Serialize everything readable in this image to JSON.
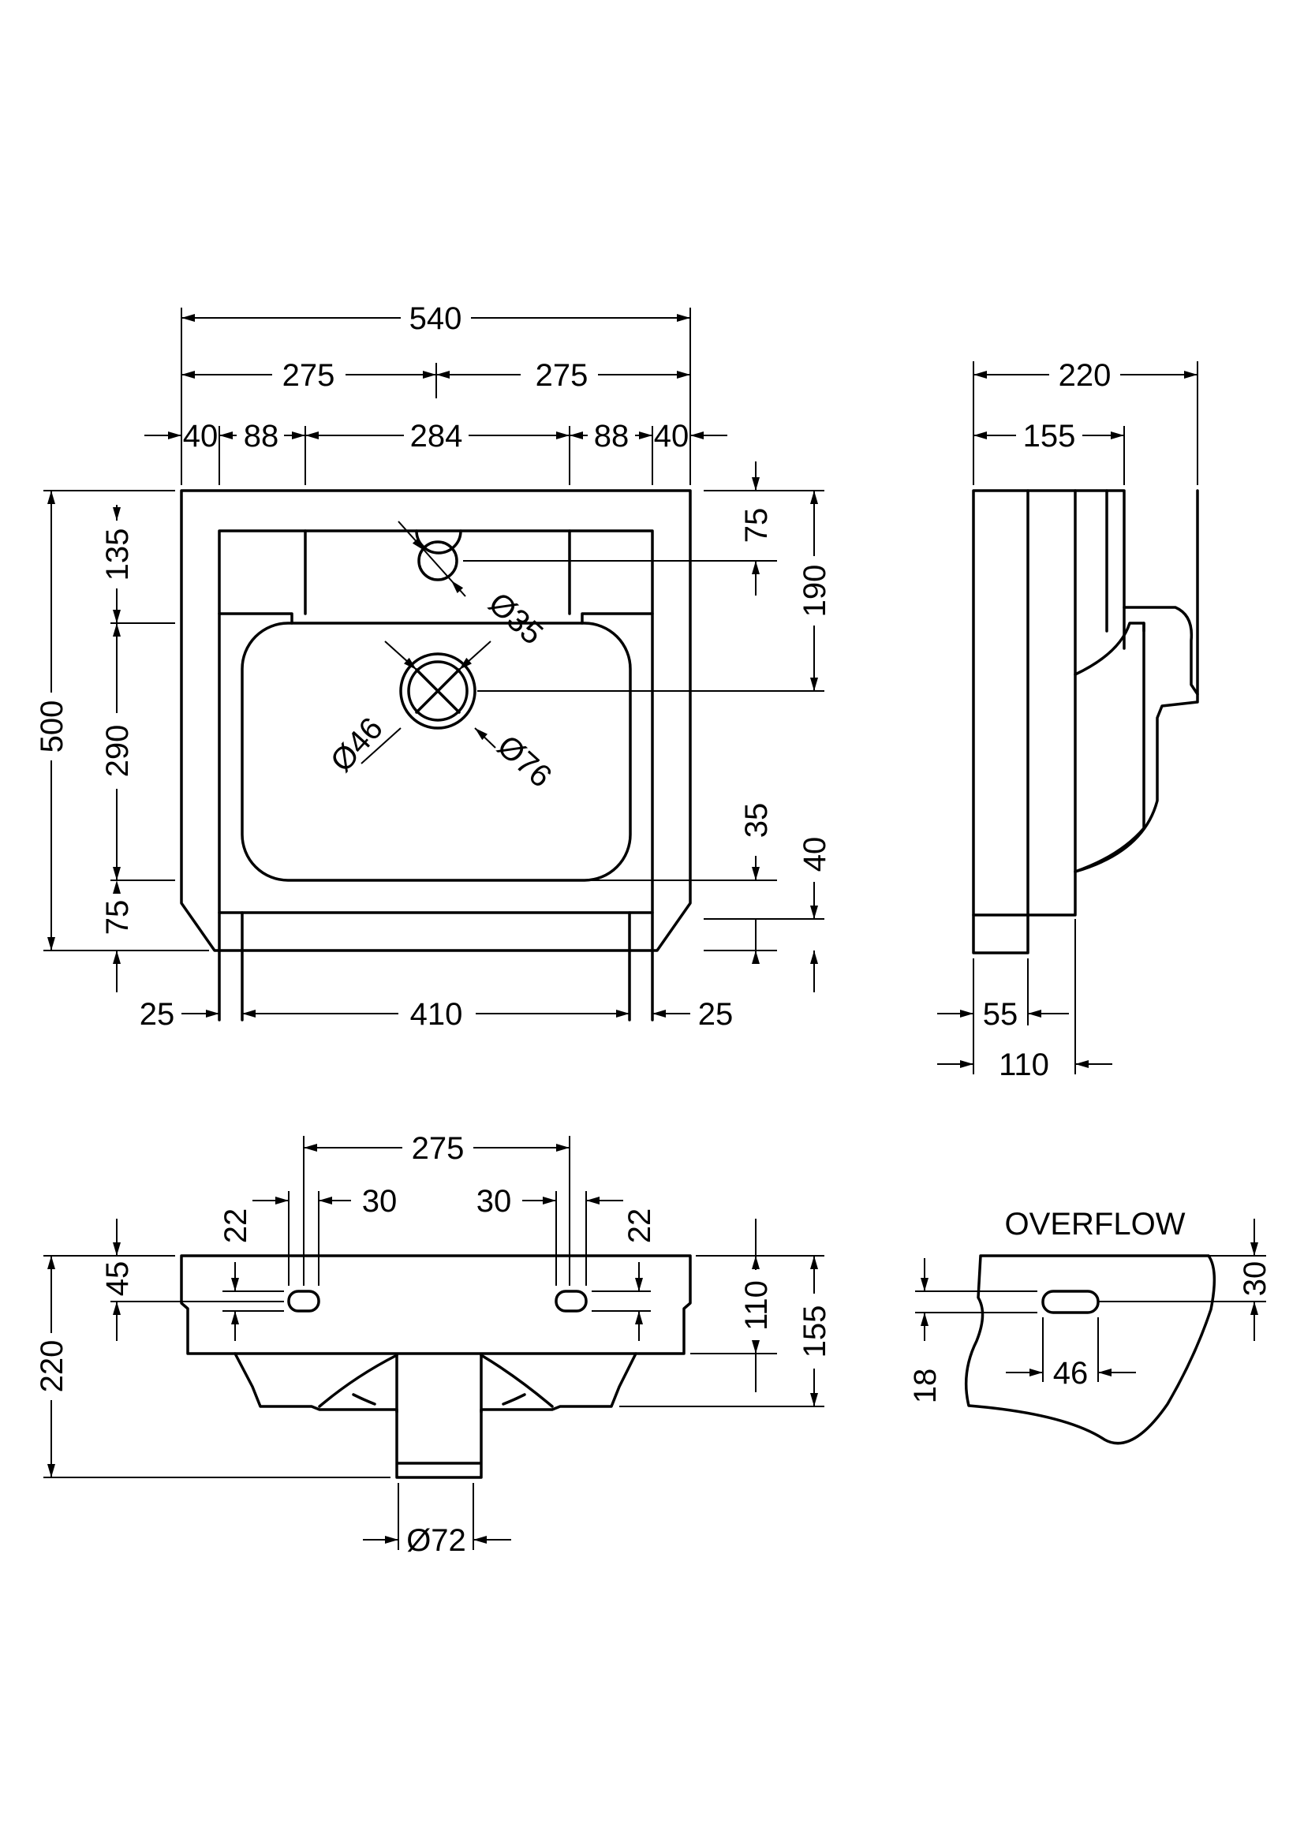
{
  "plan_view": {
    "dims": {
      "overall_width": "540",
      "half_left": "275",
      "half_right": "275",
      "edge_left": "40",
      "tap_left": "88",
      "center_span": "284",
      "tap_right": "88",
      "edge_right": "40",
      "overall_depth": "500",
      "back_to_tap": "135",
      "bowl_depth": "290",
      "front_to_bowl": "75",
      "tap_hole_offset": "75",
      "waste_offset": "190",
      "bowl_front_35": "35",
      "bowl_front_40": "40",
      "side_left": "25",
      "inner_width": "410",
      "side_right": "25"
    },
    "diameters": {
      "tap_hole": "Ø35",
      "waste_inner": "Ø46",
      "waste_outer": "Ø76"
    }
  },
  "side_view": {
    "dims": {
      "overall_depth": "220",
      "upper_depth": "155",
      "base_55": "55",
      "base_110": "110"
    }
  },
  "front_view": {
    "dims": {
      "tap_centers": "275",
      "tap_left_30": "30",
      "tap_right_30": "30",
      "left_22": "22",
      "right_22": "22",
      "tap_height": "45",
      "overall_height": "220",
      "rim_110": "110",
      "rim_155": "155",
      "waste_diameter": "Ø72"
    }
  },
  "overflow_detail": {
    "title": "OVERFLOW",
    "dims": {
      "height_30": "30",
      "width_46": "46",
      "height_18": "18"
    }
  }
}
